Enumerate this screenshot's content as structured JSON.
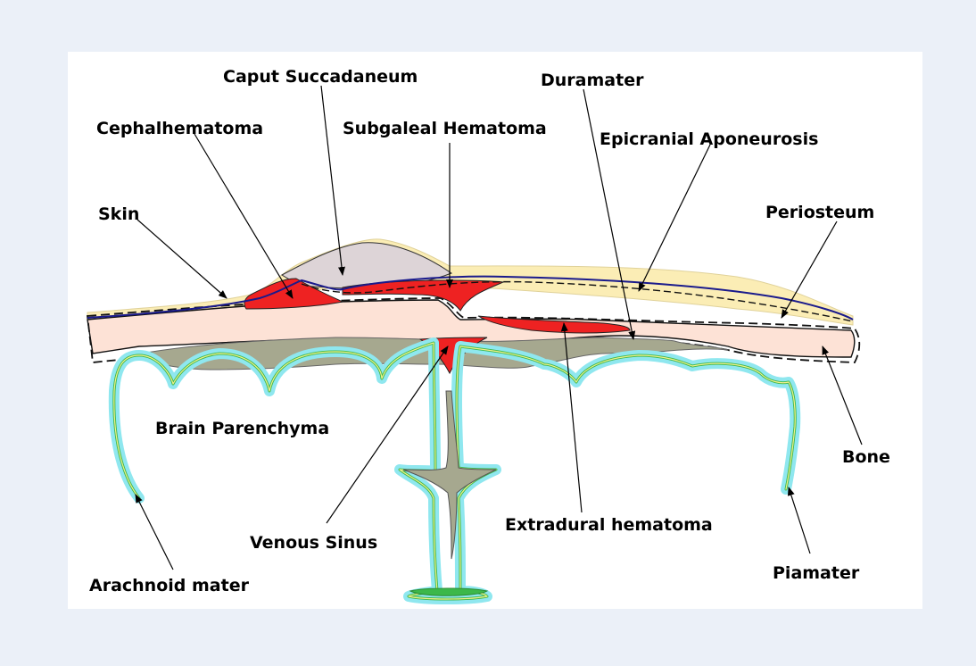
{
  "labels": {
    "caput_succadaneum": "Caput Succadaneum",
    "duramater": "Duramater",
    "cephalhematoma": "Cephalhematoma",
    "subgaleal_hematoma": "Subgaleal Hematoma",
    "epicranial_aponeurosis": "Epicranial Aponeurosis",
    "skin": "Skin",
    "periosteum": "Periosteum",
    "brain_parenchyma": "Brain Parenchyma",
    "bone": "Bone",
    "extradural_hematoma": "Extradural hematoma",
    "venous_sinus": "Venous Sinus",
    "piamater": "Piamater",
    "arachnoid_mater": "Arachnoid mater"
  },
  "colors": {
    "page_background": "#ebf0f8",
    "panel_background": "#ffffff",
    "skin": "#fbedb5",
    "aponeurosis": "#1a1a8c",
    "caput": "#ddd4d7",
    "hematoma": "#ee2222",
    "bone": "#fde2d6",
    "dura": "#a6a88f",
    "pia": "#3cb84a",
    "arachnoid": "#f2ef8a",
    "csf": "#8fe7ef"
  }
}
